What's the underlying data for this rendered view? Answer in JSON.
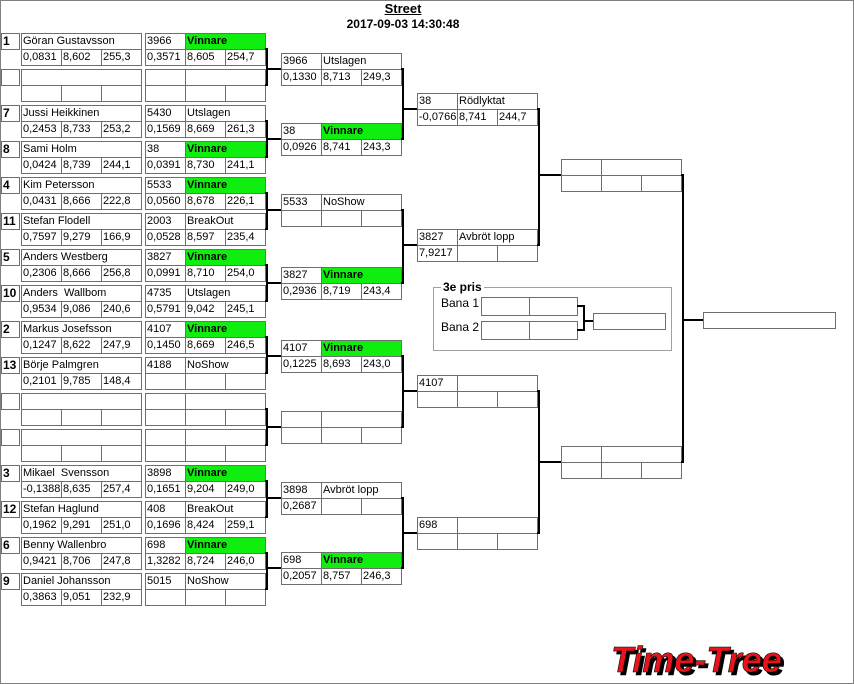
{
  "header": {
    "title": "Street",
    "datetime": "2017-09-03 14:30:48"
  },
  "entrants": [
    {
      "seed": "1",
      "name": "Göran Gustavsson",
      "rt": "0,0831",
      "et": "8,602",
      "speed": "255,3"
    },
    {
      "seed": "",
      "name": "",
      "rt": "",
      "et": "",
      "speed": ""
    },
    {
      "seed": "7",
      "name": "Jussi Heikkinen",
      "rt": "0,2453",
      "et": "8,733",
      "speed": "253,2"
    },
    {
      "seed": "8",
      "name": "Sami Holm",
      "rt": "0,0424",
      "et": "8,739",
      "speed": "244,1"
    },
    {
      "seed": "4",
      "name": "Kim Petersson",
      "rt": "0,0431",
      "et": "8,666",
      "speed": "222,8"
    },
    {
      "seed": "11",
      "name": "Stefan Flodell",
      "rt": "0,7597",
      "et": "9,279",
      "speed": "166,9"
    },
    {
      "seed": "5",
      "name": "Anders Westberg",
      "rt": "0,2306",
      "et": "8,666",
      "speed": "256,8"
    },
    {
      "seed": "10",
      "name": "Anders  Wallbom",
      "rt": "0,9534",
      "et": "9,086",
      "speed": "240,6"
    },
    {
      "seed": "2",
      "name": "Markus Josefsson",
      "rt": "0,1247",
      "et": "8,622",
      "speed": "247,9"
    },
    {
      "seed": "13",
      "name": "Börje Palmgren",
      "rt": "0,2101",
      "et": "9,785",
      "speed": "148,4"
    },
    {
      "seed": "",
      "name": "",
      "rt": "",
      "et": "",
      "speed": ""
    },
    {
      "seed": "",
      "name": "",
      "rt": "",
      "et": "",
      "speed": ""
    },
    {
      "seed": "3",
      "name": "Mikael  Svensson",
      "rt": "-0,1388",
      "et": "8,635",
      "speed": "257,4"
    },
    {
      "seed": "12",
      "name": "Stefan Haglund",
      "rt": "0,1962",
      "et": "9,291",
      "speed": "251,0"
    },
    {
      "seed": "6",
      "name": "Benny Wallenbro",
      "rt": "0,9421",
      "et": "8,706",
      "speed": "247,8"
    },
    {
      "seed": "9",
      "name": "Daniel Johansson",
      "rt": "0,3863",
      "et": "9,051",
      "speed": "232,9"
    }
  ],
  "round1": [
    {
      "id": "3966",
      "status": "Vinnare",
      "rt": "0,3571",
      "et": "8,605",
      "speed": "254,7"
    },
    {
      "id": "",
      "status": "",
      "rt": "",
      "et": "",
      "speed": ""
    },
    {
      "id": "5430",
      "status": "Utslagen",
      "rt": "0,1569",
      "et": "8,669",
      "speed": "261,3"
    },
    {
      "id": "38",
      "status": "Vinnare",
      "rt": "0,0391",
      "et": "8,730",
      "speed": "241,1"
    },
    {
      "id": "5533",
      "status": "Vinnare",
      "rt": "0,0560",
      "et": "8,678",
      "speed": "226,1"
    },
    {
      "id": "2003",
      "status": "BreakOut",
      "rt": "0,0528",
      "et": "8,597",
      "speed": "235,4"
    },
    {
      "id": "3827",
      "status": "Vinnare",
      "rt": "0,0991",
      "et": "8,710",
      "speed": "254,0"
    },
    {
      "id": "4735",
      "status": "Utslagen",
      "rt": "0,5791",
      "et": "9,042",
      "speed": "245,1"
    },
    {
      "id": "4107",
      "status": "Vinnare",
      "rt": "0,1450",
      "et": "8,669",
      "speed": "246,5"
    },
    {
      "id": "4188",
      "status": "NoShow",
      "rt": "",
      "et": "",
      "speed": ""
    },
    {
      "id": "",
      "status": "",
      "rt": "",
      "et": "",
      "speed": ""
    },
    {
      "id": "",
      "status": "",
      "rt": "",
      "et": "",
      "speed": ""
    },
    {
      "id": "3898",
      "status": "Vinnare",
      "rt": "0,1651",
      "et": "9,204",
      "speed": "249,0"
    },
    {
      "id": "408",
      "status": "BreakOut",
      "rt": "0,1696",
      "et": "8,424",
      "speed": "259,1"
    },
    {
      "id": "698",
      "status": "Vinnare",
      "rt": "1,3282",
      "et": "8,724",
      "speed": "246,0"
    },
    {
      "id": "5015",
      "status": "NoShow",
      "rt": "",
      "et": "",
      "speed": ""
    }
  ],
  "round2": [
    {
      "id": "3966",
      "status": "Utslagen",
      "rt": "0,1330",
      "et": "8,713",
      "speed": "249,3"
    },
    {
      "id": "38",
      "status": "Vinnare",
      "rt": "0,0926",
      "et": "8,741",
      "speed": "243,3"
    },
    {
      "id": "5533",
      "status": "NoShow",
      "rt": "",
      "et": "",
      "speed": ""
    },
    {
      "id": "3827",
      "status": "Vinnare",
      "rt": "0,2936",
      "et": "8,719",
      "speed": "243,4"
    },
    {
      "id": "4107",
      "status": "Vinnare",
      "rt": "0,1225",
      "et": "8,693",
      "speed": "243,0"
    },
    {
      "id": "",
      "status": "",
      "rt": "",
      "et": "",
      "speed": ""
    },
    {
      "id": "3898",
      "status": "Avbröt lopp",
      "rt": "0,2687",
      "et": "",
      "speed": ""
    },
    {
      "id": "698",
      "status": "Vinnare",
      "rt": "0,2057",
      "et": "8,757",
      "speed": "246,3"
    }
  ],
  "round3": [
    {
      "id": "38",
      "status": "Rödlyktat",
      "rt": "-0,0766",
      "et": "8,741",
      "speed": "244,7"
    },
    {
      "id": "3827",
      "status": "Avbröt lopp",
      "rt": "7,9217",
      "et": "",
      "speed": ""
    },
    {
      "id": "4107",
      "status": "",
      "rt": "",
      "et": "",
      "speed": ""
    },
    {
      "id": "698",
      "status": "",
      "rt": "",
      "et": "",
      "speed": ""
    }
  ],
  "round4": [
    {
      "id": "",
      "status": "",
      "rt": "",
      "et": "",
      "speed": ""
    },
    {
      "id": "",
      "status": "",
      "rt": "",
      "et": "",
      "speed": ""
    }
  ],
  "final": {
    "winner": ""
  },
  "third_place": {
    "title": "3e pris",
    "lane1_label": "Bana 1",
    "lane2_label": "Bana 2",
    "lane1_a": "",
    "lane1_b": "",
    "lane2_a": "",
    "lane2_b": "",
    "result": ""
  },
  "logo": {
    "text": "Time-Tree"
  },
  "colors": {
    "winner": "#10ee10",
    "logo": "#e8141c"
  }
}
